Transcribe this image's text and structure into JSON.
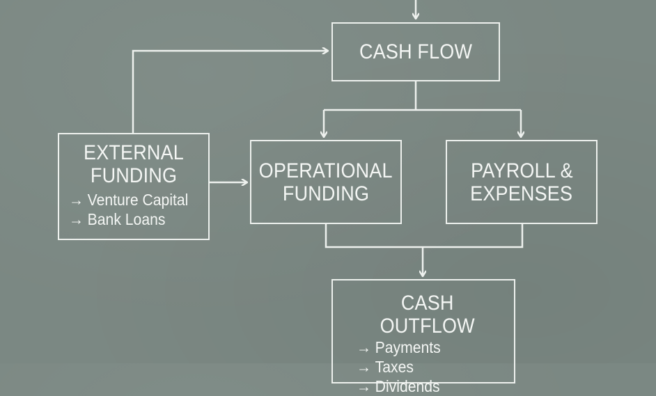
{
  "nodes": {
    "cash_flow": {
      "title": "CASH FLOW"
    },
    "external_funding": {
      "title_line1": "EXTERNAL",
      "title_line2": "FUNDING",
      "items": [
        "Venture Capital",
        "Bank Loans"
      ]
    },
    "operational_funding": {
      "title_line1": "OPERATIONAL",
      "title_line2": "FUNDING"
    },
    "payroll_expenses": {
      "title_line1": "PAYROLL &",
      "title_line2": "EXPENSES"
    },
    "cash_outflow": {
      "title": "CASH OUTFLOW",
      "items": [
        "Payments",
        "Taxes",
        "Dividends"
      ]
    }
  },
  "bullet_glyph": "→",
  "colors": {
    "background": "#7b8883",
    "chalk": "#eef1ee"
  }
}
